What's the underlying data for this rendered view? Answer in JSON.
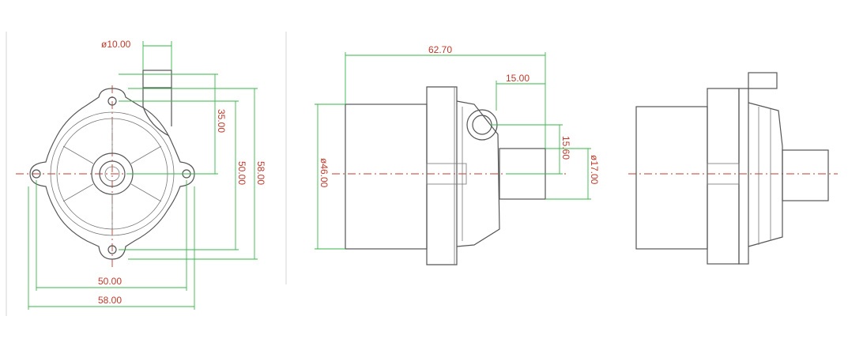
{
  "front_view": {
    "dims": {
      "inlet_diameter": "ø10.00",
      "mount_offset": "35.00",
      "hole_spacing_v": "50.00",
      "overall_height": "58.00",
      "hole_spacing_h": "50.00",
      "overall_width": "58.00"
    }
  },
  "side_view": {
    "dims": {
      "overall_length": "62.70",
      "inlet_offset": "15.00",
      "outlet_height": "15.60",
      "body_diameter": "ø46.00",
      "outlet_diameter": "ø17.00"
    }
  },
  "colors": {
    "dimension_lines": "#39b54a",
    "dimension_text": "#c0392b",
    "outline": "#555555",
    "center_line": "#c0392b"
  }
}
